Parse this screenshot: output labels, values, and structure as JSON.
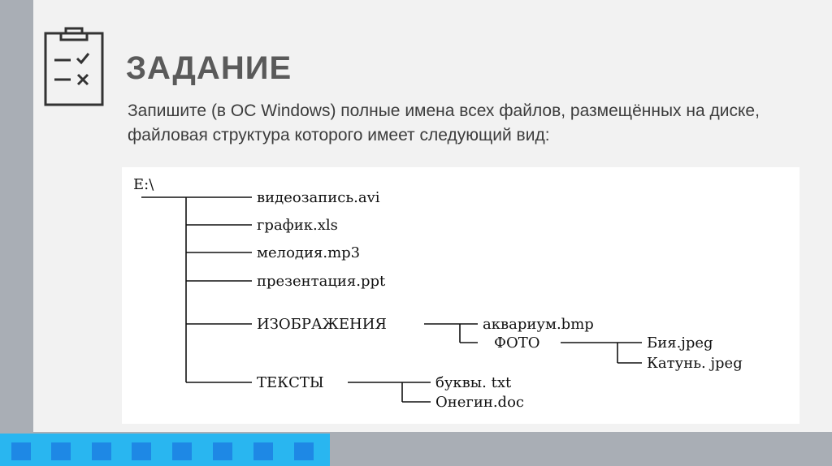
{
  "title": "ЗАДАНИЕ",
  "task_text": "Запишите (в ОС Windows) полные имена всех файлов, размещённых на диске, файловая структура которого имеет следующий вид:",
  "tree": {
    "root": "E:\\",
    "files": [
      "видеозапись.avi",
      "график.xls",
      "мелодия.mp3",
      "презентация.ppt"
    ],
    "folders": {
      "images": {
        "name": "ИЗОБРАЖЕНИЯ",
        "file": "аквариум.bmp",
        "subfolder": {
          "name": "ФОТО",
          "files": [
            "Бия.jpeg",
            "Катунь. jpeg"
          ]
        }
      },
      "texts": {
        "name": "ТЕКСТЫ",
        "files": [
          "буквы. txt",
          "Онегин.doc"
        ]
      }
    }
  },
  "icons": {
    "clipboard": "clipboard-checklist-icon"
  },
  "colors": {
    "accent": "#29b6f0",
    "accent_dark": "#1e88e5",
    "frame": "#a9aeb5",
    "background": "#f2f2f2",
    "title": "#5a5a5a"
  }
}
